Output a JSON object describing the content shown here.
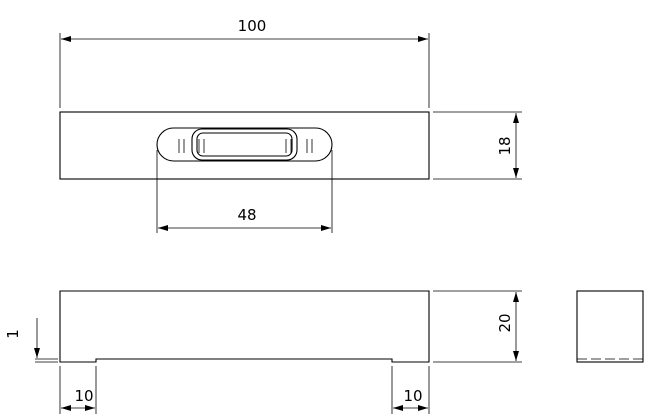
{
  "dimensions": {
    "top_width": "100",
    "top_height": "18",
    "handle_width": "48",
    "front_height": "20",
    "recess_depth": "1",
    "left_step": "10",
    "right_step": "10"
  },
  "colors": {
    "line": "#000000",
    "background": "#ffffff"
  }
}
